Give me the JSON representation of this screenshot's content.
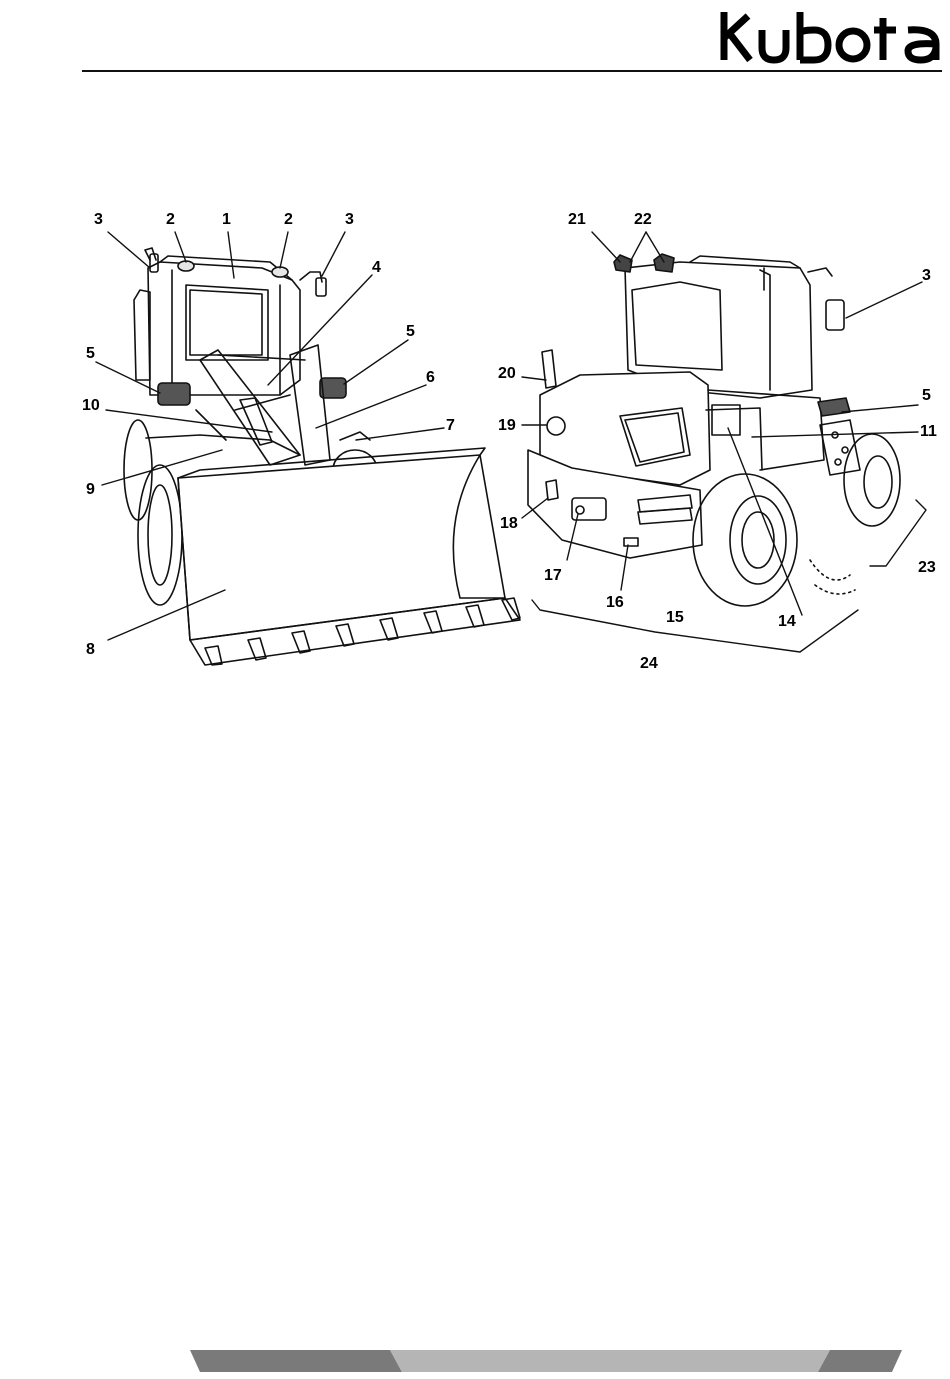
{
  "brand": {
    "name": "Kubota"
  },
  "figure": {
    "callouts": [
      {
        "id": "c3a",
        "label": "3"
      },
      {
        "id": "c2a",
        "label": "2"
      },
      {
        "id": "c1",
        "label": "1"
      },
      {
        "id": "c2b",
        "label": "2"
      },
      {
        "id": "c3b",
        "label": "3"
      },
      {
        "id": "c4",
        "label": "4"
      },
      {
        "id": "c5a",
        "label": "5"
      },
      {
        "id": "c5b",
        "label": "5"
      },
      {
        "id": "c6",
        "label": "6"
      },
      {
        "id": "c10",
        "label": "10"
      },
      {
        "id": "c7",
        "label": "7"
      },
      {
        "id": "c9",
        "label": "9"
      },
      {
        "id": "c8",
        "label": "8"
      },
      {
        "id": "c21",
        "label": "21"
      },
      {
        "id": "c22",
        "label": "22"
      },
      {
        "id": "c3c",
        "label": "3"
      },
      {
        "id": "c20",
        "label": "20"
      },
      {
        "id": "c5c",
        "label": "5"
      },
      {
        "id": "c19",
        "label": "19"
      },
      {
        "id": "c11",
        "label": "11"
      },
      {
        "id": "c18",
        "label": "18"
      },
      {
        "id": "c23",
        "label": "23"
      },
      {
        "id": "c17",
        "label": "17"
      },
      {
        "id": "c16",
        "label": "16"
      },
      {
        "id": "c15",
        "label": "15"
      },
      {
        "id": "c14",
        "label": "14"
      },
      {
        "id": "c24",
        "label": "24"
      }
    ]
  },
  "colors": {
    "ink": "#111111",
    "footer_dark": "#7a7a7a",
    "footer_light": "#b5b5b5"
  }
}
